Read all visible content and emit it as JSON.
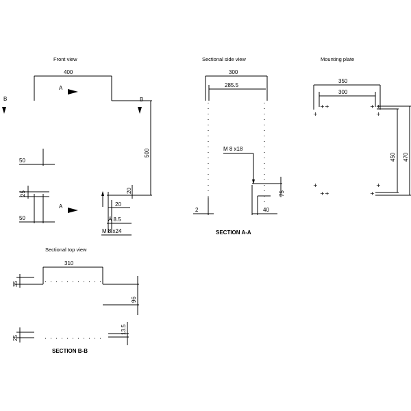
{
  "titles": {
    "front_view": "Front view",
    "sectional_side_view": "Sectional side view",
    "mounting_plate": "Mounting plate",
    "sectional_top_view": "Sectional top view",
    "section_aa": "SECTION A-A",
    "section_bb": "SECTION B-B"
  },
  "front": {
    "dim_width": "400",
    "dim_height": "500",
    "dim_50_top": "50",
    "dim_50_bottom": "50",
    "dim_25": "25",
    "dim_20_vertical": "20",
    "dim_20_horizontal": "20",
    "hole_diameter": "Ä  8.5",
    "bolt_spec": "M 8   x24",
    "label_a_top": "A",
    "label_a_bottom": "A",
    "label_b_left": "B",
    "label_b_right": "B"
  },
  "side": {
    "dim_300": "300",
    "dim_285_5": "285.5",
    "bolt_spec": "M 8   x18",
    "dim_75": "75",
    "dim_40": "40",
    "dim_2": "2"
  },
  "plate": {
    "dim_350": "350",
    "dim_300": "300",
    "dim_450": "450",
    "dim_470": "470",
    "hole_marker": "+"
  },
  "top": {
    "dim_310": "310",
    "dim_35": "35",
    "dim_96": "96",
    "dim_25": "25",
    "dim_13_5": "13.5"
  }
}
